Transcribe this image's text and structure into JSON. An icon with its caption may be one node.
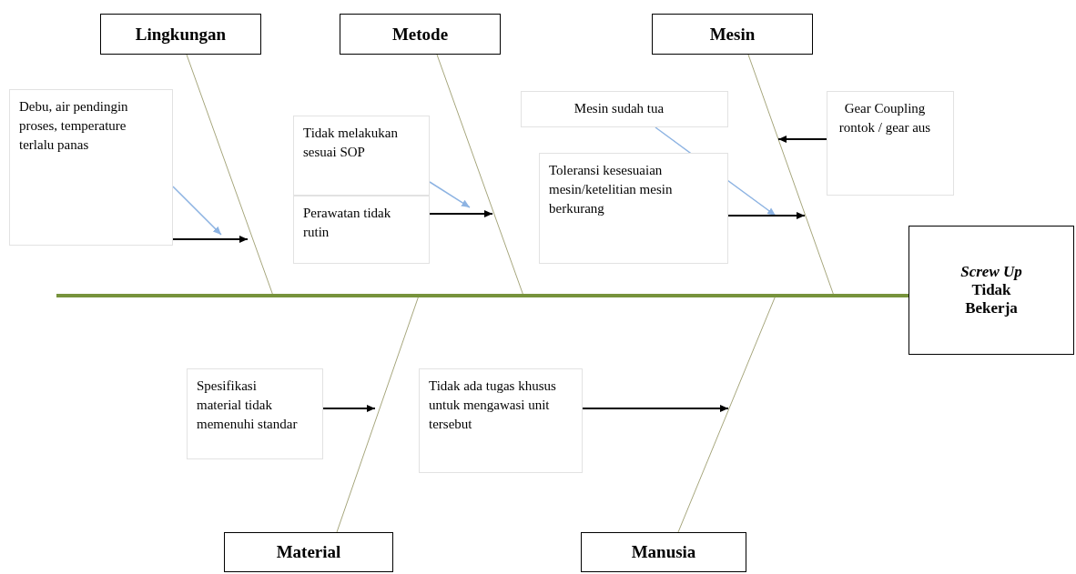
{
  "diagram": {
    "nodes": [
      {
        "text": [
          "Lingkungan"
        ]
      },
      {
        "text": [
          "Metode"
        ]
      },
      {
        "text": [
          "Mesin"
        ]
      },
      {
        "text": [
          "*Screw Up* Tidak Bekerja"
        ]
      },
      {
        "text": [
          "Material"
        ]
      },
      {
        "text": [
          "Manusia"
        ]
      },
      {
        "text": [
          "Debu, air pendingin proses, temperature terlalu panas"
        ]
      },
      {
        "text": [
          "Tidak melakukan sesuai SOP"
        ]
      },
      {
        "text": [
          "Perawatan tidak rutin"
        ]
      },
      {
        "text": [
          "Mesin sudah tua"
        ]
      },
      {
        "text": [
          "Toleransi kesesuaian mesin/ketelitian mesin berkurang"
        ]
      },
      {
        "text": [
          "Gear Coupling rontok / gear aus"
        ]
      },
      {
        "text": [
          "Spesifikasi material tidak memenuhi standar"
        ]
      },
      {
        "text": [
          "Tidak ada tugas khusus untuk mengawasi unit tersebut"
        ]
      }
    ],
    "edges": [
      {
        "from": null,
        "to": 3,
        "arrow": "none",
        "style": "thick",
        "color": "#77933c"
      },
      {
        "from": 0,
        "to": 3,
        "arrow": "none",
        "color": "#a6a67c"
      },
      {
        "from": 1,
        "to": 3,
        "arrow": "none",
        "color": "#a6a67c"
      },
      {
        "from": 2,
        "to": 3,
        "arrow": "none",
        "color": "#a6a67c"
      },
      {
        "from": 4,
        "to": 3,
        "arrow": "none",
        "color": "#a6a67c"
      },
      {
        "from": 5,
        "to": 3,
        "arrow": "none",
        "color": "#a6a67c"
      },
      {
        "from": 6,
        "to": null,
        "arrow": "to"
      },
      {
        "from": 6,
        "to": null,
        "arrow": "to",
        "color": "#8db3e2"
      },
      {
        "from": 7,
        "to": null,
        "arrow": "to",
        "color": "#8db3e2"
      },
      {
        "from": 8,
        "to": null,
        "arrow": "to"
      },
      {
        "from": 9,
        "to": null,
        "arrow": "to",
        "color": "#8db3e2"
      },
      {
        "from": 10,
        "to": null,
        "arrow": "to"
      },
      {
        "from": 11,
        "to": null,
        "arrow": "to"
      },
      {
        "from": 12,
        "to": null,
        "arrow": "to"
      },
      {
        "from": 13,
        "to": null,
        "arrow": "to"
      }
    ]
  }
}
